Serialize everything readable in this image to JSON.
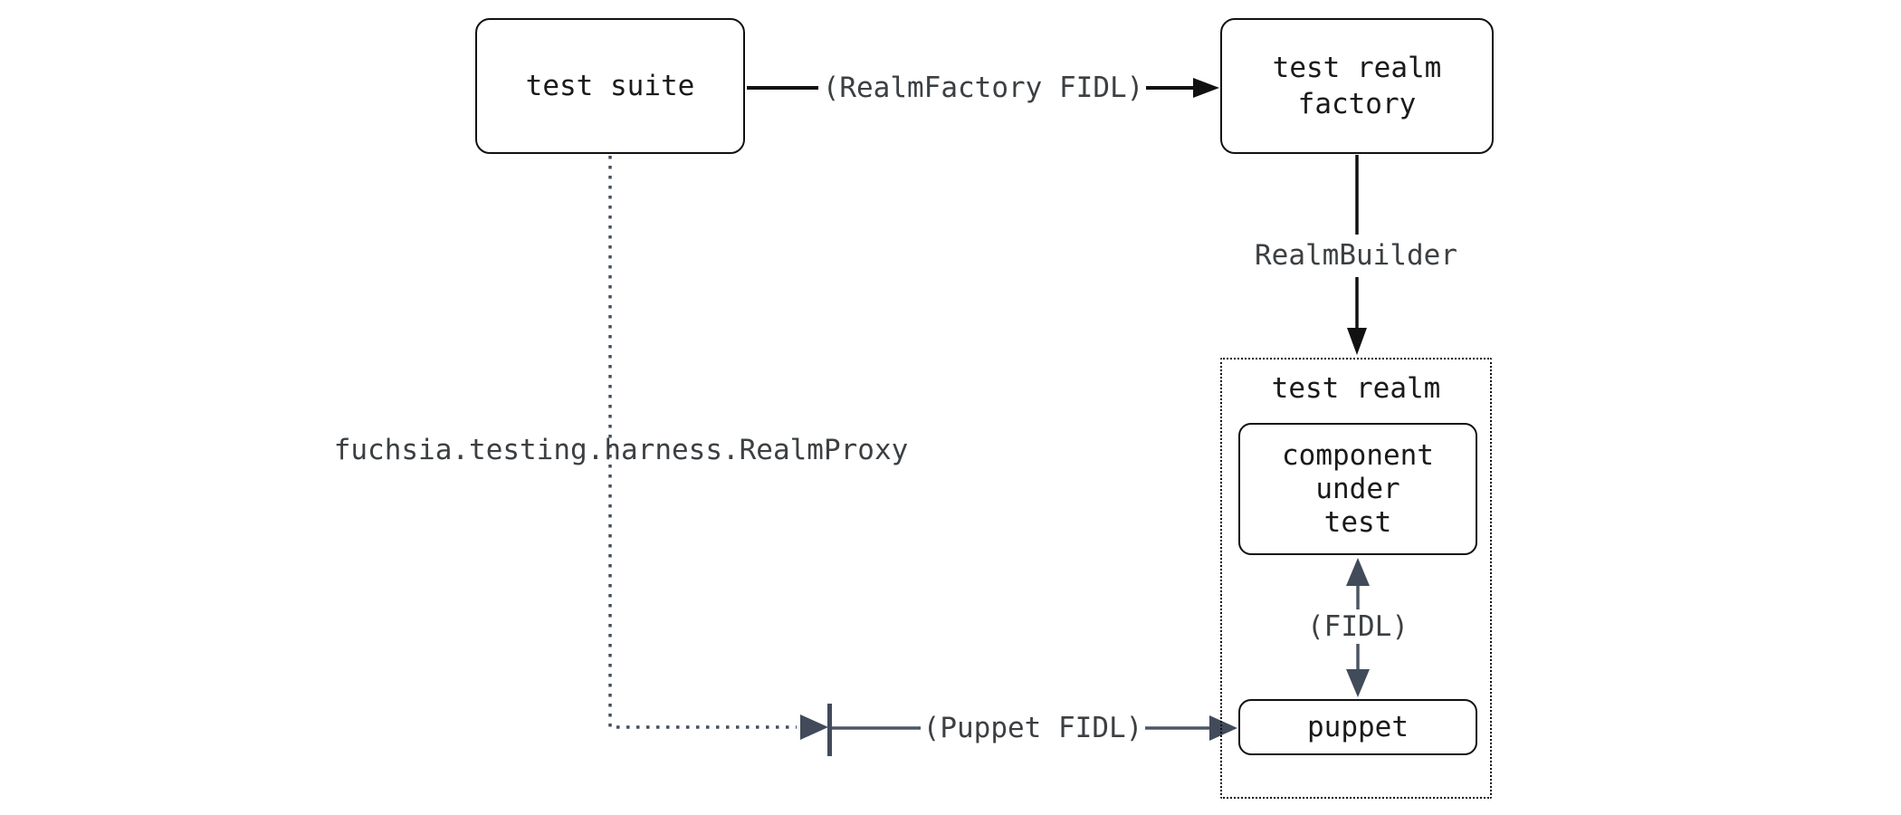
{
  "nodes": {
    "test_suite": {
      "label": "test suite"
    },
    "test_realm_factory": {
      "label": "test realm\nfactory"
    },
    "test_realm": {
      "title": "test realm"
    },
    "component_under_test": {
      "label": "component\nunder\ntest"
    },
    "puppet": {
      "label": "puppet"
    }
  },
  "edges": {
    "realm_factory_fidl": {
      "label": "(RealmFactory FIDL)"
    },
    "realm_builder": {
      "label": "RealmBuilder"
    },
    "fidl": {
      "label": "(FIDL)"
    },
    "realm_proxy": {
      "label": "fuchsia.testing.harness.RealmProxy"
    },
    "puppet_fidl": {
      "label": "(Puppet FIDL)"
    }
  },
  "colors": {
    "background": "#ffffff",
    "box_border": "#111111",
    "box_text": "#1a1a1a",
    "edge_label_text": "#3c4043",
    "black_arrow": "#111111",
    "slate_arrow": "#414b59",
    "slate_line": "#4d5764",
    "dotted_connector": "#454f5b"
  }
}
